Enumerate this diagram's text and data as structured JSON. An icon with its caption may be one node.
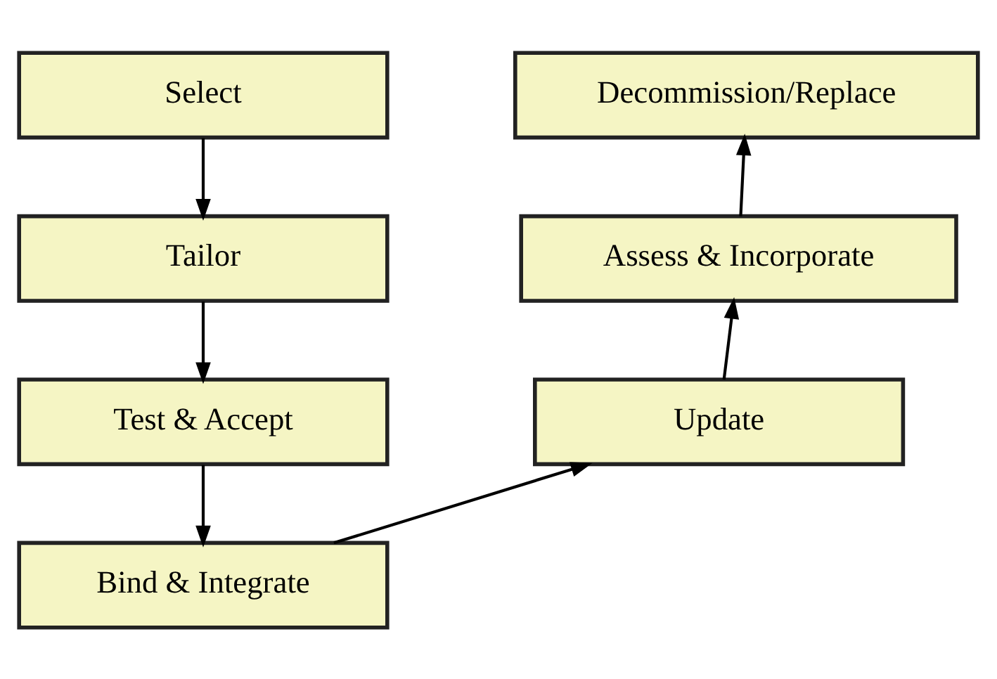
{
  "diagram": {
    "nodes": [
      {
        "text": [
          "Select"
        ]
      },
      {
        "text": [
          "Tailor"
        ]
      },
      {
        "text": [
          "Test & Accept"
        ]
      },
      {
        "text": [
          "Bind & Integrate"
        ]
      },
      {
        "text": [
          "Update"
        ]
      },
      {
        "text": [
          "Assess & Incorporate"
        ]
      },
      {
        "text": [
          "Decommission/Replace"
        ]
      }
    ],
    "edges": [
      {
        "from": 0,
        "to": 1,
        "arrow": "to"
      },
      {
        "from": 1,
        "to": 2,
        "arrow": "to"
      },
      {
        "from": 2,
        "to": 3,
        "arrow": "to"
      },
      {
        "from": 3,
        "to": 4,
        "arrow": "to"
      },
      {
        "from": 4,
        "to": 5,
        "arrow": "to"
      },
      {
        "from": 5,
        "to": 6,
        "arrow": "to"
      }
    ]
  }
}
